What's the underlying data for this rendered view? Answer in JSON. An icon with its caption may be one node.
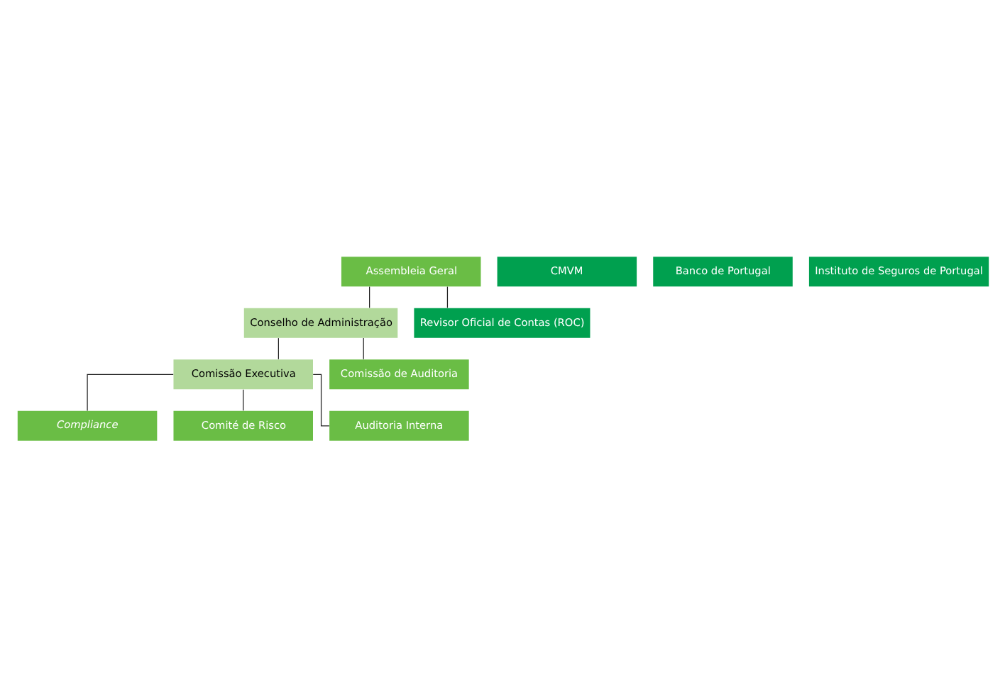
{
  "diagram": {
    "nodes": [
      {
        "text": [
          "Assembleia Geral"
        ]
      },
      {
        "text": [
          "Conselho de Administração"
        ]
      },
      {
        "text": [
          "Revisor Oficial de Contas (ROC)"
        ]
      },
      {
        "text": [
          "Comissão Executiva"
        ]
      },
      {
        "text": [
          "Comissão de Auditoria"
        ]
      },
      {
        "text": [
          "Compliance"
        ]
      },
      {
        "text": [
          "Comité de Risco"
        ]
      },
      {
        "text": [
          "Auditoria Interna"
        ]
      },
      {
        "text": [
          "CMVM"
        ]
      },
      {
        "text": [
          "Banco de Portugal"
        ]
      },
      {
        "text": [
          "Instituto de Seguros de Portugal"
        ]
      }
    ],
    "edges": [
      {
        "from": 0,
        "to": 1,
        "arrow": "none"
      },
      {
        "from": 0,
        "to": 2,
        "arrow": "none"
      },
      {
        "from": 1,
        "to": 3,
        "arrow": "none"
      },
      {
        "from": 1,
        "to": 4,
        "arrow": "none"
      },
      {
        "from": 3,
        "to": 5,
        "arrow": "none"
      },
      {
        "from": 3,
        "to": 6,
        "arrow": "none"
      },
      {
        "from": 3,
        "to": 7,
        "arrow": "none"
      }
    ]
  }
}
